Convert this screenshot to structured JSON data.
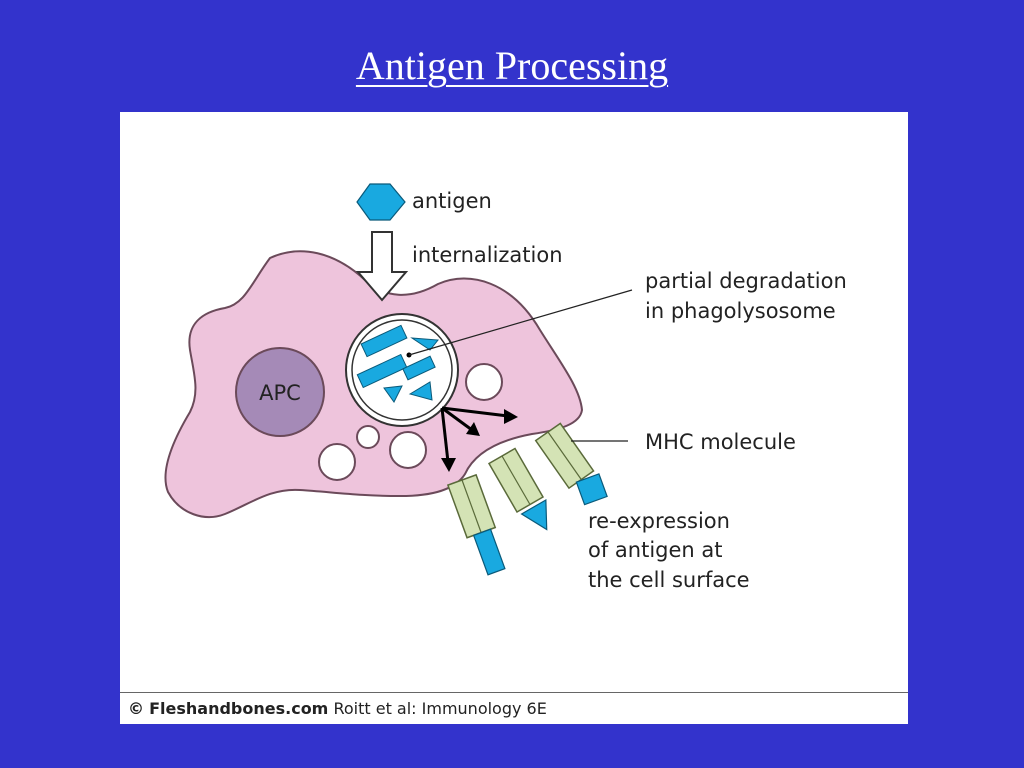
{
  "title": "Antigen Processing",
  "diagram": {
    "labels": {
      "antigen": "antigen",
      "internalization": "internalization",
      "degradation_line1": "partial degradation",
      "degradation_line2": "in phagolysosome",
      "apc": "APC",
      "mhc": "MHC molecule",
      "reexpression_line1": "re-expression",
      "reexpression_line2": "of antigen at",
      "reexpression_line3": "the cell surface"
    },
    "colors": {
      "background": "#3333cc",
      "cell": "#eec4dc",
      "nucleus": "#a58ab7",
      "antigen": "#19a9e0",
      "mhc": "#d4e3b5"
    }
  },
  "credit": {
    "symbol": "©",
    "site": "Fleshandbones.com",
    "reference": "Roitt et al: Immunology 6E"
  }
}
